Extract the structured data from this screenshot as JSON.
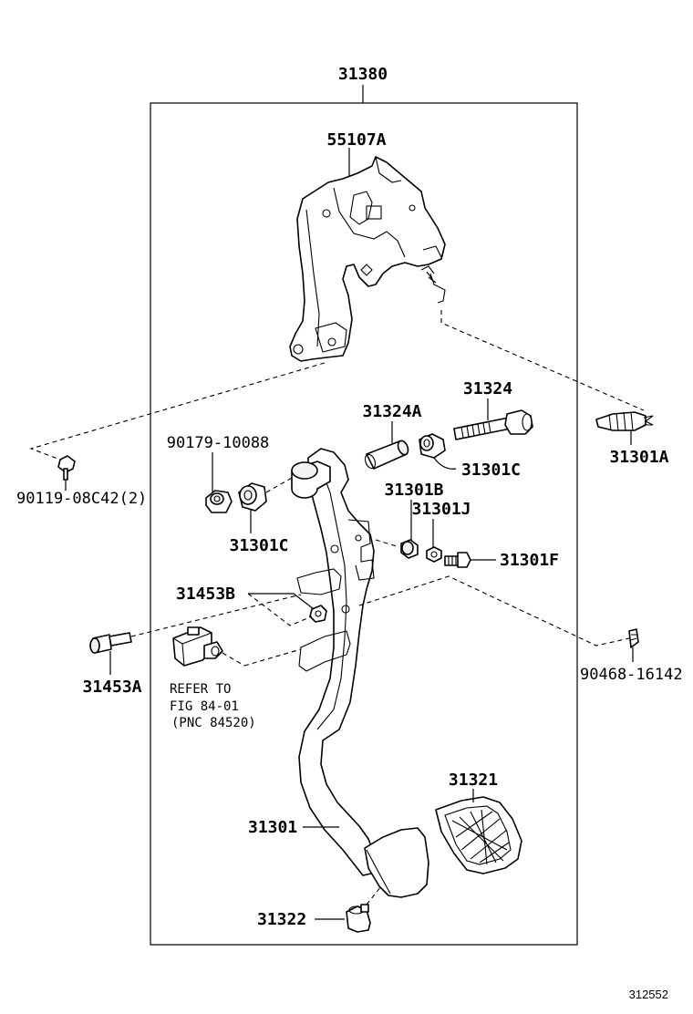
{
  "labels": {
    "assembly": "31380",
    "bracket": "55107A",
    "stopper_bolt": "31324",
    "collar": "31324A",
    "bush_c_right": "31301C",
    "nut": "90179-10088",
    "bush_c_left": "31301C",
    "bolt": "90119-08C42(2)",
    "clip_a": "31301A",
    "bush_b": "31301B",
    "bush_j": "31301J",
    "screw_f": "31301F",
    "switch_bush": "31453B",
    "switch_pin": "31453A",
    "clip_right": "90468-16142",
    "pad": "31321",
    "pedal": "31301",
    "stopper": "31322"
  },
  "note": {
    "line1": "REFER TO",
    "line2": "FIG 84-01",
    "line3": "(PNC 84520)"
  },
  "figure_id": "312552"
}
